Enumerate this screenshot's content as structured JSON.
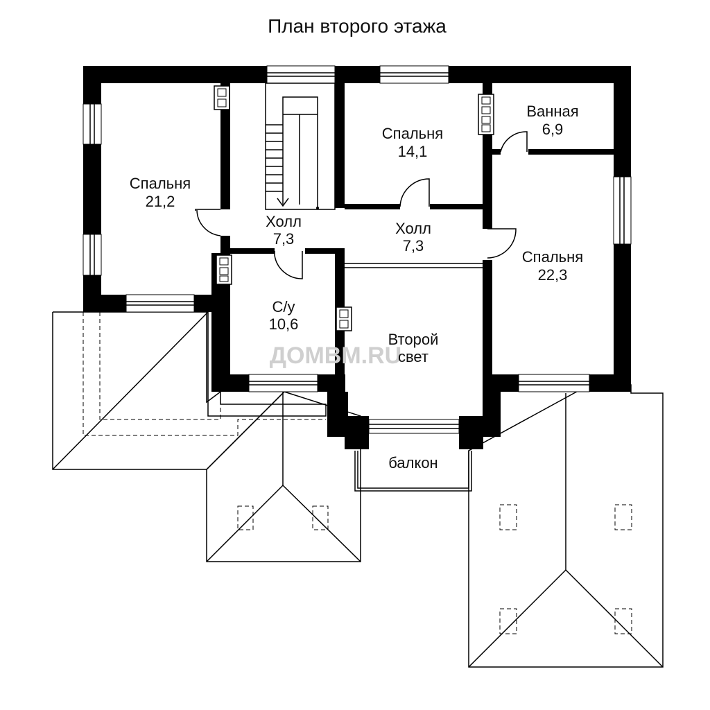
{
  "plan": {
    "title": "План второго этажа",
    "watermark": "ДОМВМ.RU"
  },
  "rooms": {
    "bedroom_west": {
      "name": "Спальня",
      "area": "21,2"
    },
    "hall_west": {
      "name": "Холл",
      "area": "7,3"
    },
    "bedroom_north": {
      "name": "Спальня",
      "area": "14,1"
    },
    "bathroom": {
      "name": "Ванная",
      "area": "6,9"
    },
    "hall_center": {
      "name": "Холл",
      "area": "7,3"
    },
    "bedroom_east": {
      "name": "Спальня",
      "area": "22,3"
    },
    "wc": {
      "name": "С/у",
      "area": "10,6"
    },
    "second_light": {
      "name": "Второй",
      "name2": "свет"
    },
    "balcony": {
      "name": "балкон"
    }
  }
}
